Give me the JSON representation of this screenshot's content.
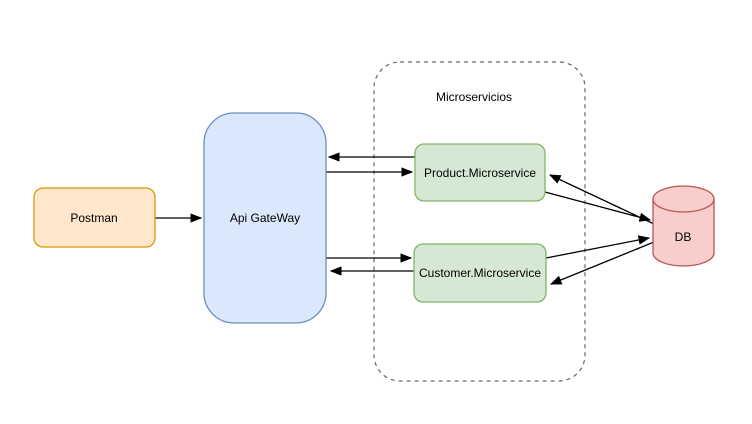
{
  "diagram": {
    "background": "#ffffff",
    "edge_color": "#000000",
    "container": {
      "label": "Microservicios",
      "stroke": "#666666",
      "style": "dashed-rounded"
    },
    "nodes": {
      "postman": {
        "label": "Postman",
        "shape": "rounded-rect",
        "fill": "#FFE6CC",
        "stroke": "#D79B00"
      },
      "api_gateway": {
        "label": "Api GateWay",
        "shape": "rounded-rect",
        "fill": "#DAE8FC",
        "stroke": "#6C8EBF"
      },
      "product_microservice": {
        "label": "Product.Microservice",
        "shape": "rounded-rect",
        "fill": "#D5E8D4",
        "stroke": "#82B366"
      },
      "customer_microservice": {
        "label": "Customer.Microservice",
        "shape": "rounded-rect",
        "fill": "#D5E8D4",
        "stroke": "#82B366"
      },
      "db": {
        "label": "DB",
        "shape": "cylinder",
        "fill": "#F8CECC",
        "stroke": "#B85450"
      }
    },
    "edges": [
      {
        "from": "postman",
        "to": "api_gateway"
      },
      {
        "from": "product_microservice",
        "to": "api_gateway"
      },
      {
        "from": "api_gateway",
        "to": "product_microservice"
      },
      {
        "from": "api_gateway",
        "to": "customer_microservice"
      },
      {
        "from": "customer_microservice",
        "to": "api_gateway"
      },
      {
        "from": "db",
        "to": "product_microservice"
      },
      {
        "from": "product_microservice",
        "to": "db"
      },
      {
        "from": "customer_microservice",
        "to": "db"
      },
      {
        "from": "db",
        "to": "customer_microservice"
      }
    ]
  }
}
